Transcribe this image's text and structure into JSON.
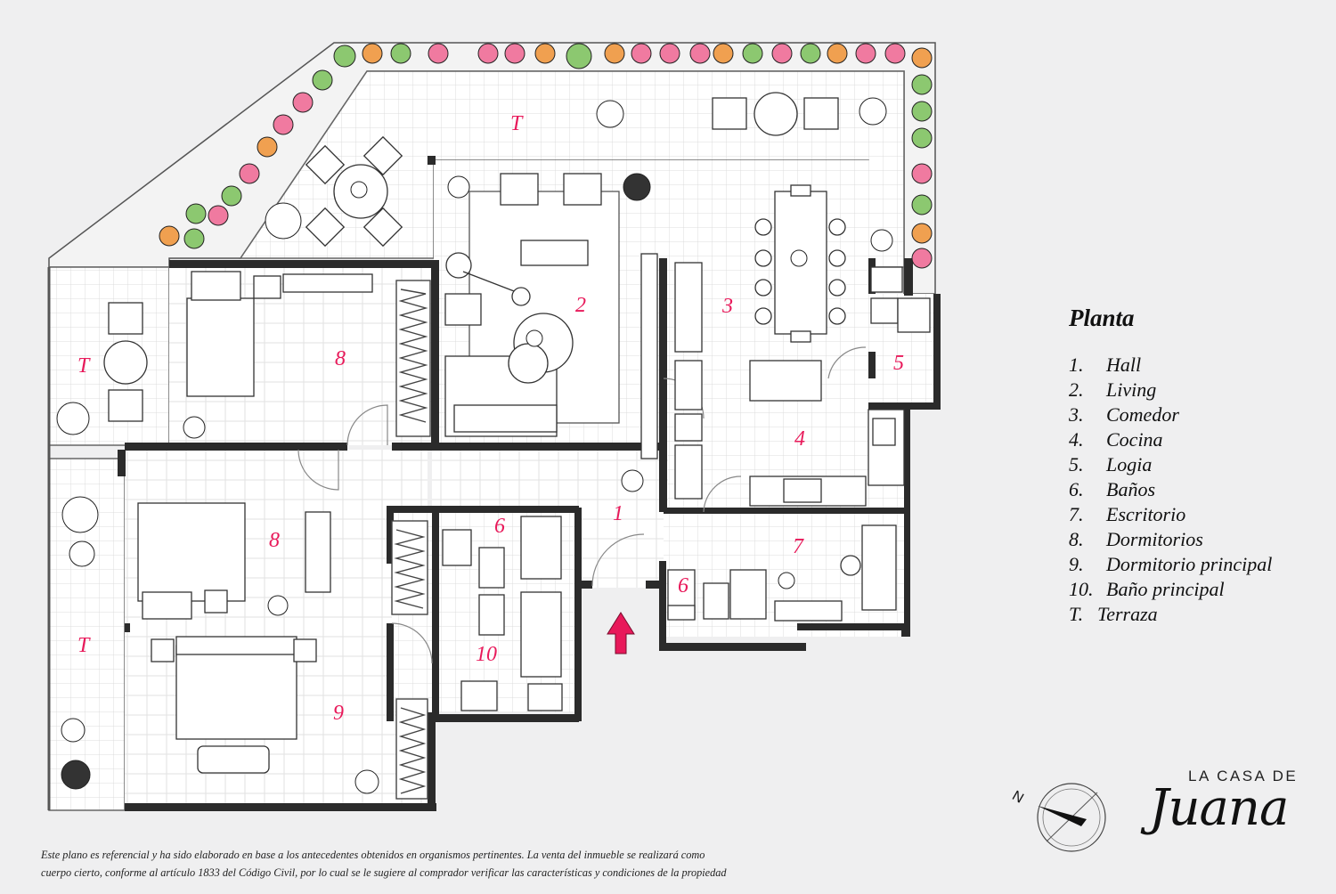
{
  "plan": {
    "rooms": [
      {
        "label": "T"
      },
      {
        "label": "T"
      },
      {
        "label": "T"
      },
      {
        "label": "1"
      },
      {
        "label": "2"
      },
      {
        "label": "3"
      },
      {
        "label": "4"
      },
      {
        "label": "5"
      },
      {
        "label": "6"
      },
      {
        "label": "6"
      },
      {
        "label": "7"
      },
      {
        "label": "8"
      },
      {
        "label": "8"
      },
      {
        "label": "9"
      },
      {
        "label": "10"
      }
    ],
    "entrance_icon": "entrance-arrow-icon",
    "north_icon": "north-compass-icon",
    "north_label": "N"
  },
  "legend": {
    "title": "Planta",
    "items": [
      {
        "num": "1.",
        "name": "Hall"
      },
      {
        "num": "2.",
        "name": "Living"
      },
      {
        "num": "3.",
        "name": "Comedor"
      },
      {
        "num": "4.",
        "name": "Cocina"
      },
      {
        "num": "5.",
        "name": "Logia"
      },
      {
        "num": "6.",
        "name": "Baños"
      },
      {
        "num": "7.",
        "name": "Escritorio"
      },
      {
        "num": "8.",
        "name": "Dormitorios"
      },
      {
        "num": "9.",
        "name": "Dormitorio principal"
      },
      {
        "num": "10.",
        "name": "Baño principal"
      },
      {
        "num": "T.",
        "name": "Terraza"
      }
    ]
  },
  "disclaimer": {
    "line1": "Este plano es referencial y ha sido elaborado en base a los antecedentes obtenidos en organismos pertinentes.  La venta del inmueble se realizará como",
    "line2": "cuerpo cierto, conforme al artículo 1833 del Código Civil, por lo cual se le sugiere al comprador verificar las características y condiciones de la propiedad"
  },
  "brand": {
    "top": "LA CASA DE",
    "script": "Juana"
  },
  "colors": {
    "accent": "#e8195a",
    "wall": "#2b2b2b",
    "floor": "#ffffff",
    "background": "#efeff0",
    "plant_green": "#8cc870",
    "plant_pink": "#f07aa0",
    "plant_orange": "#f0a050"
  }
}
